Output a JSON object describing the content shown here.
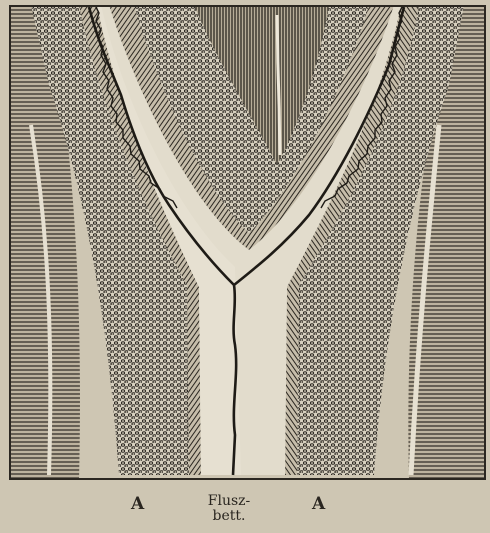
{
  "figure": {
    "labels": {
      "left": "A",
      "right": "A",
      "center_line1": "Flusz-",
      "center_line2": "bett."
    },
    "colors": {
      "paper": "#cec6b3",
      "ink": "#2b2721",
      "channel": "#e2dccc"
    }
  }
}
